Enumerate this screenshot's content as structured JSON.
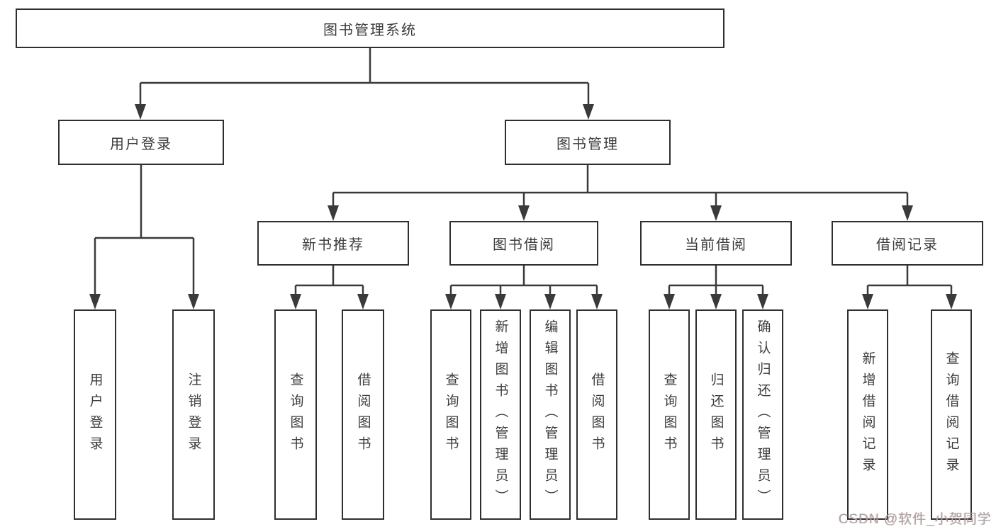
{
  "nodes": {
    "root": "图书管理系统",
    "l2": {
      "user_login": "用户登录",
      "book_mgmt": "图书管理"
    },
    "l3": {
      "new_book": "新书推荐",
      "book_borrow": "图书借阅",
      "current_borrow": "当前借阅",
      "borrow_record": "借阅记录"
    },
    "leaf": {
      "user_login": "用户登录",
      "logout": "注销登录",
      "nb_query": "查询图书",
      "nb_borrow": "借阅图书",
      "bw_query": "查询图书",
      "bw_add": "新增图书（管理员）",
      "bw_edit": "编辑图书（管理员）",
      "bw_borrow": "借阅图书",
      "cur_query": "查询图书",
      "cur_return": "归还图书",
      "cur_confirm": "确认归还（管理员）",
      "rec_add": "新增借阅记录",
      "rec_query": "查询借阅记录"
    }
  },
  "watermark": "CSDN @软件_小贺同学",
  "colors": {
    "line": "#3a3a3a",
    "box_border": "#2f2f2f",
    "text": "#3c3c3c",
    "watermark_text": "#a6a6a6",
    "background": "#ffffff"
  }
}
